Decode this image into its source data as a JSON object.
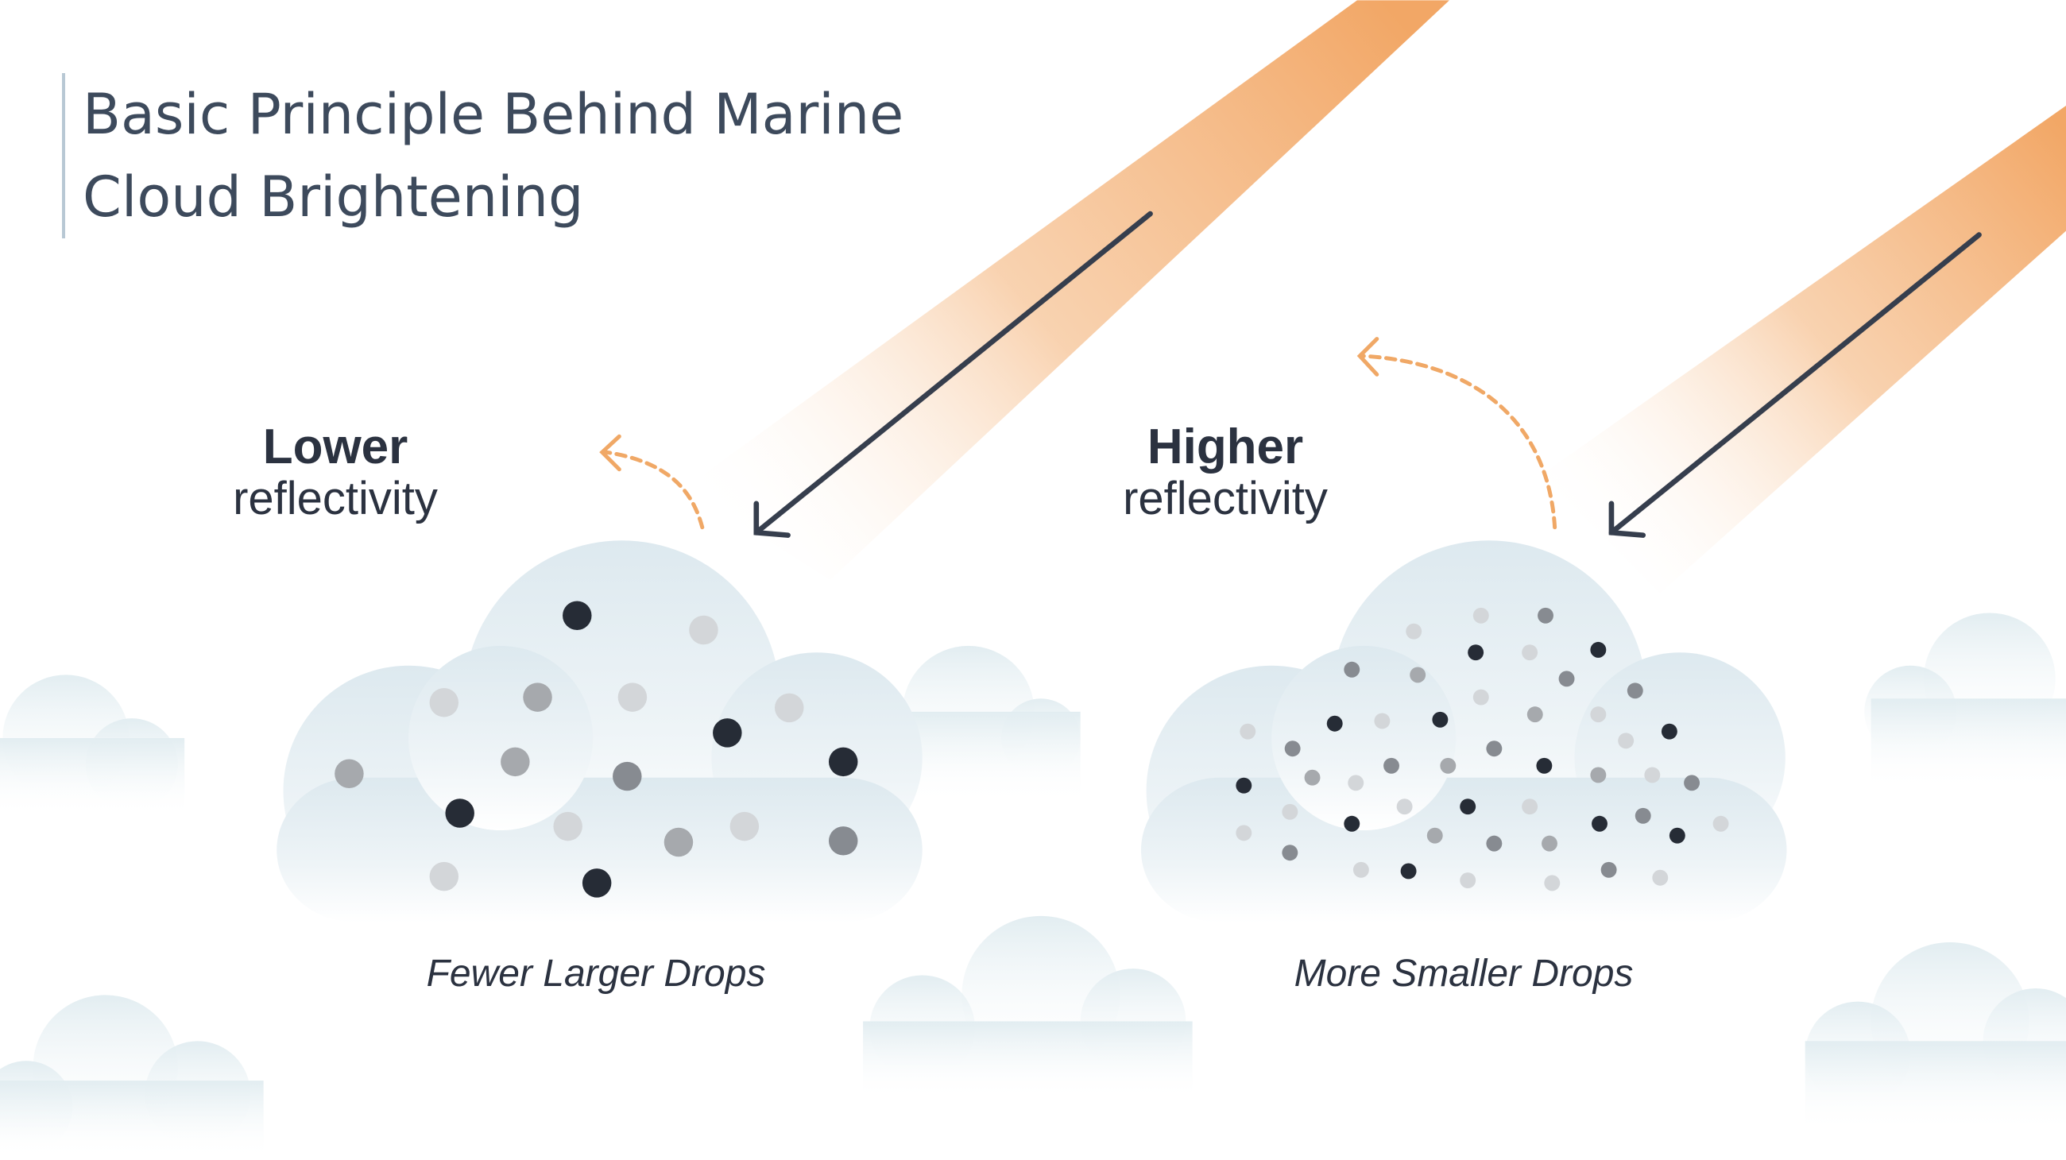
{
  "title": {
    "line1": "Basic Principle Behind Marine",
    "line2": "Cloud Brightening"
  },
  "left_panel": {
    "heading": "Lower",
    "subheading": "reflectivity",
    "caption": "Fewer Larger Drops"
  },
  "right_panel": {
    "heading": "Higher",
    "subheading": "reflectivity",
    "caption": "More Smaller Drops"
  },
  "colors": {
    "beam": "#f2a766",
    "text": "#2b3240",
    "title": "#3d4a5c",
    "cloud": "#dde9ef",
    "drop_dark": "#262c36",
    "drop_mid": "#878b91",
    "drop_light": "#d3d6d9"
  }
}
